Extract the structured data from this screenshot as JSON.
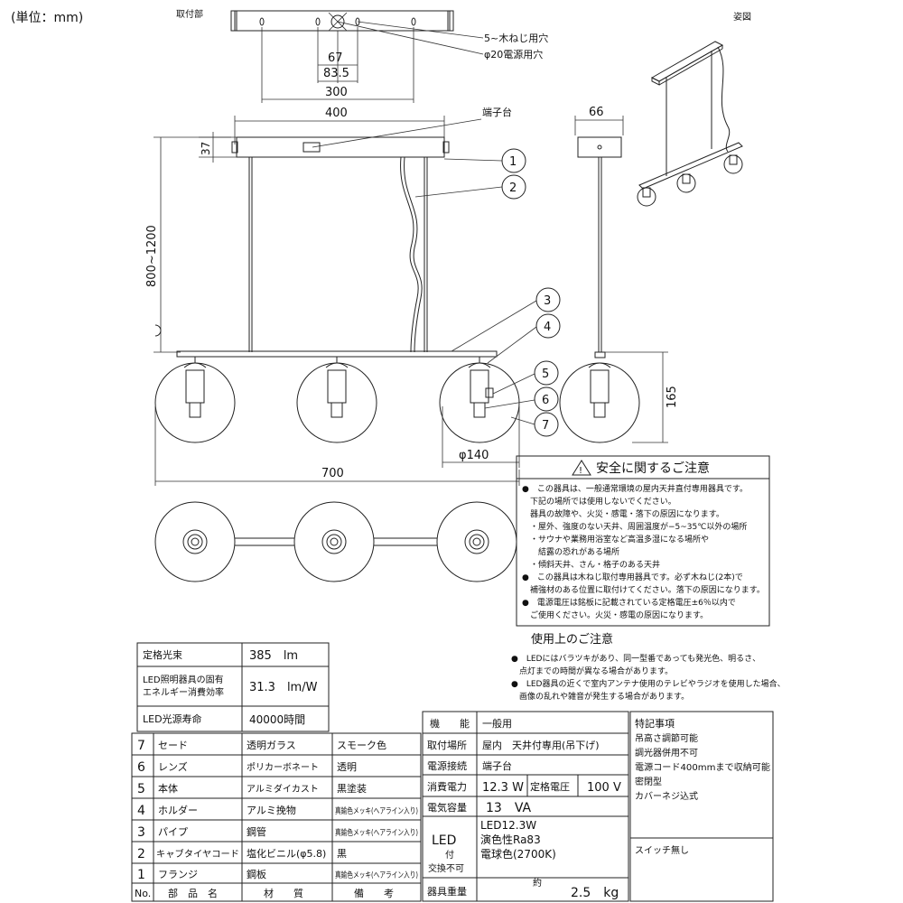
{
  "unit_label": "(単位：mm)",
  "mount_label": "取付部",
  "figure_label": "姿図",
  "terminal_label": "端子台",
  "screw_hole_label": "5~木ねじ用穴",
  "power_hole_label": "φ20電源用穴",
  "dims": {
    "d67": "67",
    "d83": "83.5",
    "d300": "300",
    "d400": "400",
    "d37": "37",
    "d800": "800~1200",
    "d66": "66",
    "d165": "165",
    "d140": "φ140",
    "d700": "700"
  },
  "callouts": [
    "1",
    "2",
    "3",
    "4",
    "5",
    "6",
    "7"
  ],
  "safety": {
    "title": "安全に関するご注意",
    "lines": [
      "●　この器具は、一般通常環境の屋内天井直付専用器具です。",
      "　下記の場所では使用しないでください。",
      "　器具の故障や、火災・感電・落下の原因になります。",
      "　・屋外、強度のない天井、周囲温度が−5~35℃以外の場所",
      "　・サウナや業務用浴室など高温多湿になる場所や",
      "　　結露の恐れがある場所",
      "　・傾斜天井、さん・格子のある天井",
      "●　この器具は木ねじ取付専用器具です。必ず木ねじ(2本)で",
      "　補強材のある位置に取付けてください。落下の原因になります。",
      "●　電源電圧は銘板に記載されている定格電圧±6％以内で",
      "　ご使用ください。火災・感電の原因になります。"
    ]
  },
  "usage": {
    "title": "使用上のご注意",
    "lines": [
      "●　LEDにはバラツキがあり、同一型番であっても発光色、明るさ、",
      "　点灯までの時間が異なる場合があります。",
      "●　LED器具の近くで室内アンテナ使用のテレビやラジオを使用した場合、",
      "　画像の乱れや雑音が発生する場合があります。"
    ]
  },
  "spec_top": [
    {
      "label": "定格光束",
      "value": "385　lm"
    },
    {
      "label": "LED照明器具の固有\nエネルギー消費効率",
      "value": "31.3　lm/W"
    },
    {
      "label": "LED光源寿命",
      "value": "40000時間"
    }
  ],
  "parts": {
    "header": {
      "no": "No.",
      "name": "部　品　名",
      "material": "材　　質",
      "note": "備　　考"
    },
    "rows": [
      {
        "no": "7",
        "name": "セード",
        "material": "透明ガラス",
        "note": "スモーク色"
      },
      {
        "no": "6",
        "name": "レンズ",
        "material": "ポリカーボネート",
        "note": "透明"
      },
      {
        "no": "5",
        "name": "本体",
        "material": "アルミダイカスト",
        "note": "黒塗装"
      },
      {
        "no": "4",
        "name": "ホルダー",
        "material": "アルミ挽物",
        "note": "真鍮色メッキ(ヘアライン入り)"
      },
      {
        "no": "3",
        "name": "パイプ",
        "material": "鋼管",
        "note": "真鍮色メッキ(ヘアライン入り)"
      },
      {
        "no": "2",
        "name": "キャブタイヤコード",
        "material": "塩化ビニル(φ5.8)",
        "note": "黒"
      },
      {
        "no": "1",
        "name": "フランジ",
        "material": "鋼板",
        "note": "真鍮色メッキ(ヘアライン入り)"
      }
    ]
  },
  "specs": {
    "function_label": "機　　能",
    "function_value": "一般用",
    "place_label": "取付場所",
    "place_value": "屋内　天井付専用(吊下げ)",
    "conn_label": "電源接続",
    "conn_value": "端子台",
    "power_label": "消費電力",
    "power_value": "12.3 W",
    "voltage_label": "定格電圧",
    "voltage_value": "100 V",
    "capacity_label": "電気容量",
    "capacity_value": "13　VA",
    "led_label": "LED",
    "led_sub1": "付",
    "led_sub2": "交換不可",
    "led_lines": [
      "LED12.3W",
      "演色性Ra83",
      "電球色(2700K)"
    ],
    "weight_label": "器具重量",
    "weight_approx": "約",
    "weight_value": "2.5　kg"
  },
  "special": {
    "title": "特記事項",
    "lines": [
      "吊高さ調節可能",
      "調光器併用不可",
      "電源コード400mmまで収納可能",
      "密閉型",
      "カバーネジ込式"
    ],
    "switch": "スイッチ無し"
  }
}
